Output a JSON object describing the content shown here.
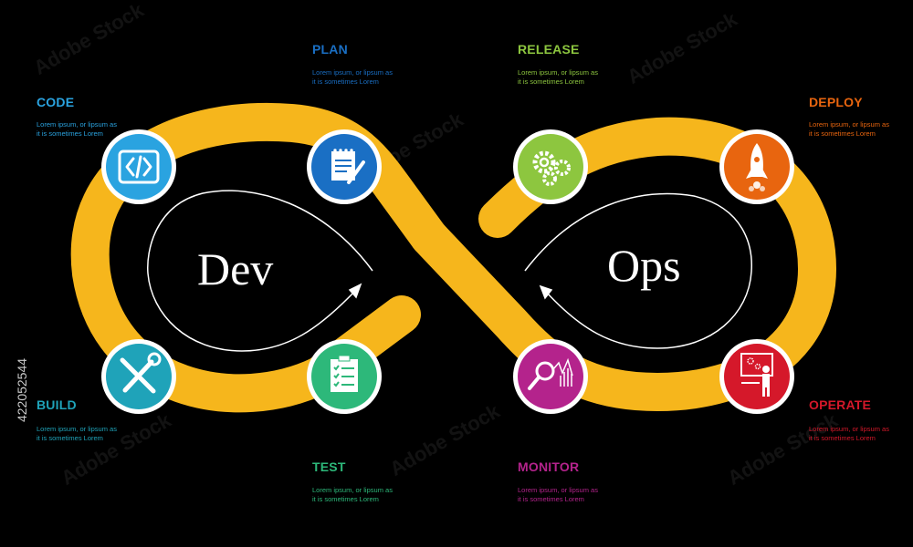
{
  "colors": {
    "background": "#000000",
    "loop": "#f6b61c",
    "arrow_line": "#ffffff",
    "code": "#2aa3e0",
    "plan": "#1a6fc4",
    "release": "#8dc63f",
    "deploy": "#e8650f",
    "build": "#1fa3b9",
    "test": "#2db87a",
    "monitor": "#b4238c",
    "operate": "#d5182a"
  },
  "center": {
    "dev": "Dev",
    "ops": "Ops"
  },
  "stages": {
    "code": {
      "label": "CODE",
      "desc": "Lorem ipsum, or lipsum as\nit is sometimes Lorem",
      "icon": "code-brackets-icon"
    },
    "plan": {
      "label": "PLAN",
      "desc": "Lorem ipsum, or lipsum as\nit is sometimes Lorem",
      "icon": "notepad-pen-icon"
    },
    "release": {
      "label": "RELEASE",
      "desc": "Lorem ipsum, or lipsum as\nit is sometimes Lorem",
      "icon": "gears-icon"
    },
    "deploy": {
      "label": "DEPLOY",
      "desc": "Lorem ipsum, or lipsum as\nit is sometimes Lorem",
      "icon": "rocket-icon"
    },
    "build": {
      "label": "BUILD",
      "desc": "Lorem ipsum, or lipsum as\nit is sometimes Lorem",
      "icon": "wrench-screwdriver-icon"
    },
    "test": {
      "label": "TEST",
      "desc": "Lorem ipsum, or lipsum as\nit is sometimes Lorem",
      "icon": "checklist-icon"
    },
    "monitor": {
      "label": "MONITOR",
      "desc": "Lorem ipsum, or lipsum as\nit is sometimes Lorem",
      "icon": "magnifier-chart-icon"
    },
    "operate": {
      "label": "OPERATE",
      "desc": "Lorem ipsum, or lipsum as\nit is sometimes Lorem",
      "icon": "presenter-board-icon"
    }
  },
  "stock_id": "422052544",
  "watermark": "Adobe Stock"
}
